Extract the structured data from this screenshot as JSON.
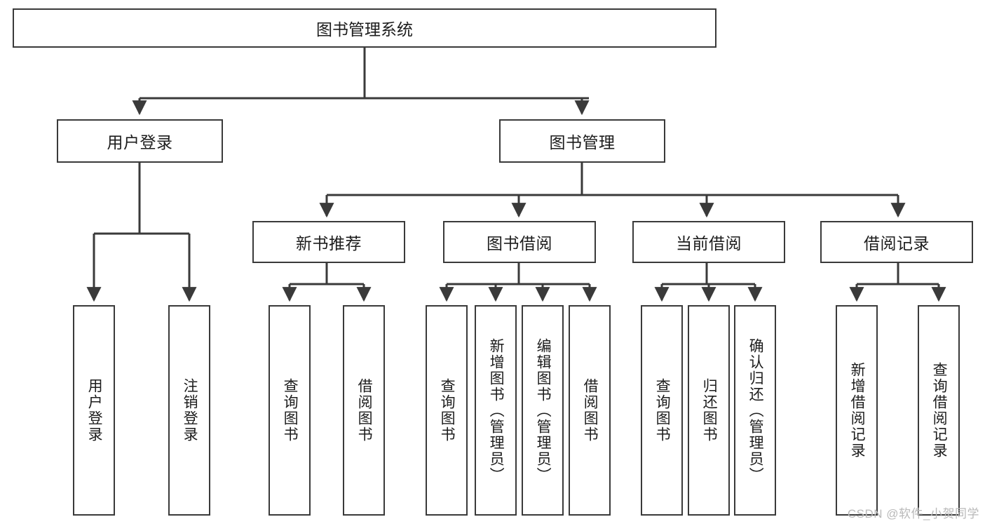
{
  "diagram": {
    "title": "图书管理系统",
    "type": "hierarchy-tree",
    "root": {
      "id": "root",
      "label": "图书管理系统"
    },
    "level2": [
      {
        "id": "user-login",
        "label": "用户登录"
      },
      {
        "id": "book-manage",
        "label": "图书管理"
      }
    ],
    "level3": [
      {
        "id": "new-book-recommend",
        "label": "新书推荐"
      },
      {
        "id": "book-borrow",
        "label": "图书借阅"
      },
      {
        "id": "current-borrow",
        "label": "当前借阅"
      },
      {
        "id": "borrow-record",
        "label": "借阅记录"
      }
    ],
    "leaves": [
      {
        "id": "leaf-user-login",
        "label": "用户登录",
        "parent": "user-login"
      },
      {
        "id": "leaf-user-logout",
        "label": "注销登录",
        "parent": "user-login"
      },
      {
        "id": "leaf-query-book-1",
        "label": "查询图书",
        "parent": "new-book-recommend"
      },
      {
        "id": "leaf-borrow-book-1",
        "label": "借阅图书",
        "parent": "new-book-recommend"
      },
      {
        "id": "leaf-query-book-2",
        "label": "查询图书",
        "parent": "book-borrow"
      },
      {
        "id": "leaf-add-book",
        "label": "新增图书（管理员）",
        "parent": "book-borrow"
      },
      {
        "id": "leaf-edit-book",
        "label": "编辑图书（管理员）",
        "parent": "book-borrow"
      },
      {
        "id": "leaf-borrow-book-2",
        "label": "借阅图书",
        "parent": "book-borrow"
      },
      {
        "id": "leaf-query-book-3",
        "label": "查询图书",
        "parent": "current-borrow"
      },
      {
        "id": "leaf-return-book",
        "label": "归还图书",
        "parent": "current-borrow"
      },
      {
        "id": "leaf-confirm-return",
        "label": "确认归还（管理员）",
        "parent": "current-borrow"
      },
      {
        "id": "leaf-add-record",
        "label": "新增借阅记录",
        "parent": "borrow-record"
      },
      {
        "id": "leaf-query-record",
        "label": "查询借阅记录",
        "parent": "borrow-record"
      }
    ]
  },
  "watermark": {
    "text": "CSDN @软件_小贺同学"
  },
  "colors": {
    "stroke": "#3a3a3a",
    "text": "#1c1c1c",
    "background": "#ffffff",
    "watermark": "#b9b9b9"
  }
}
